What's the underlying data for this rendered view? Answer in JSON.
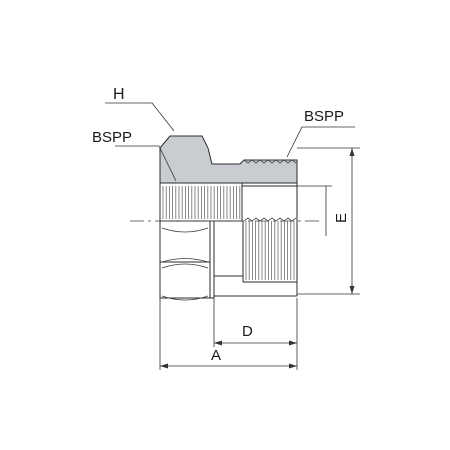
{
  "labels": {
    "hex": "H",
    "thread_left": "BSPP",
    "thread_right": "BSPP",
    "dim_a": "A",
    "dim_d": "D",
    "dim_e": "E"
  },
  "colors": {
    "section_fill": "#c9ccd0",
    "line": "#2b2b2b"
  }
}
